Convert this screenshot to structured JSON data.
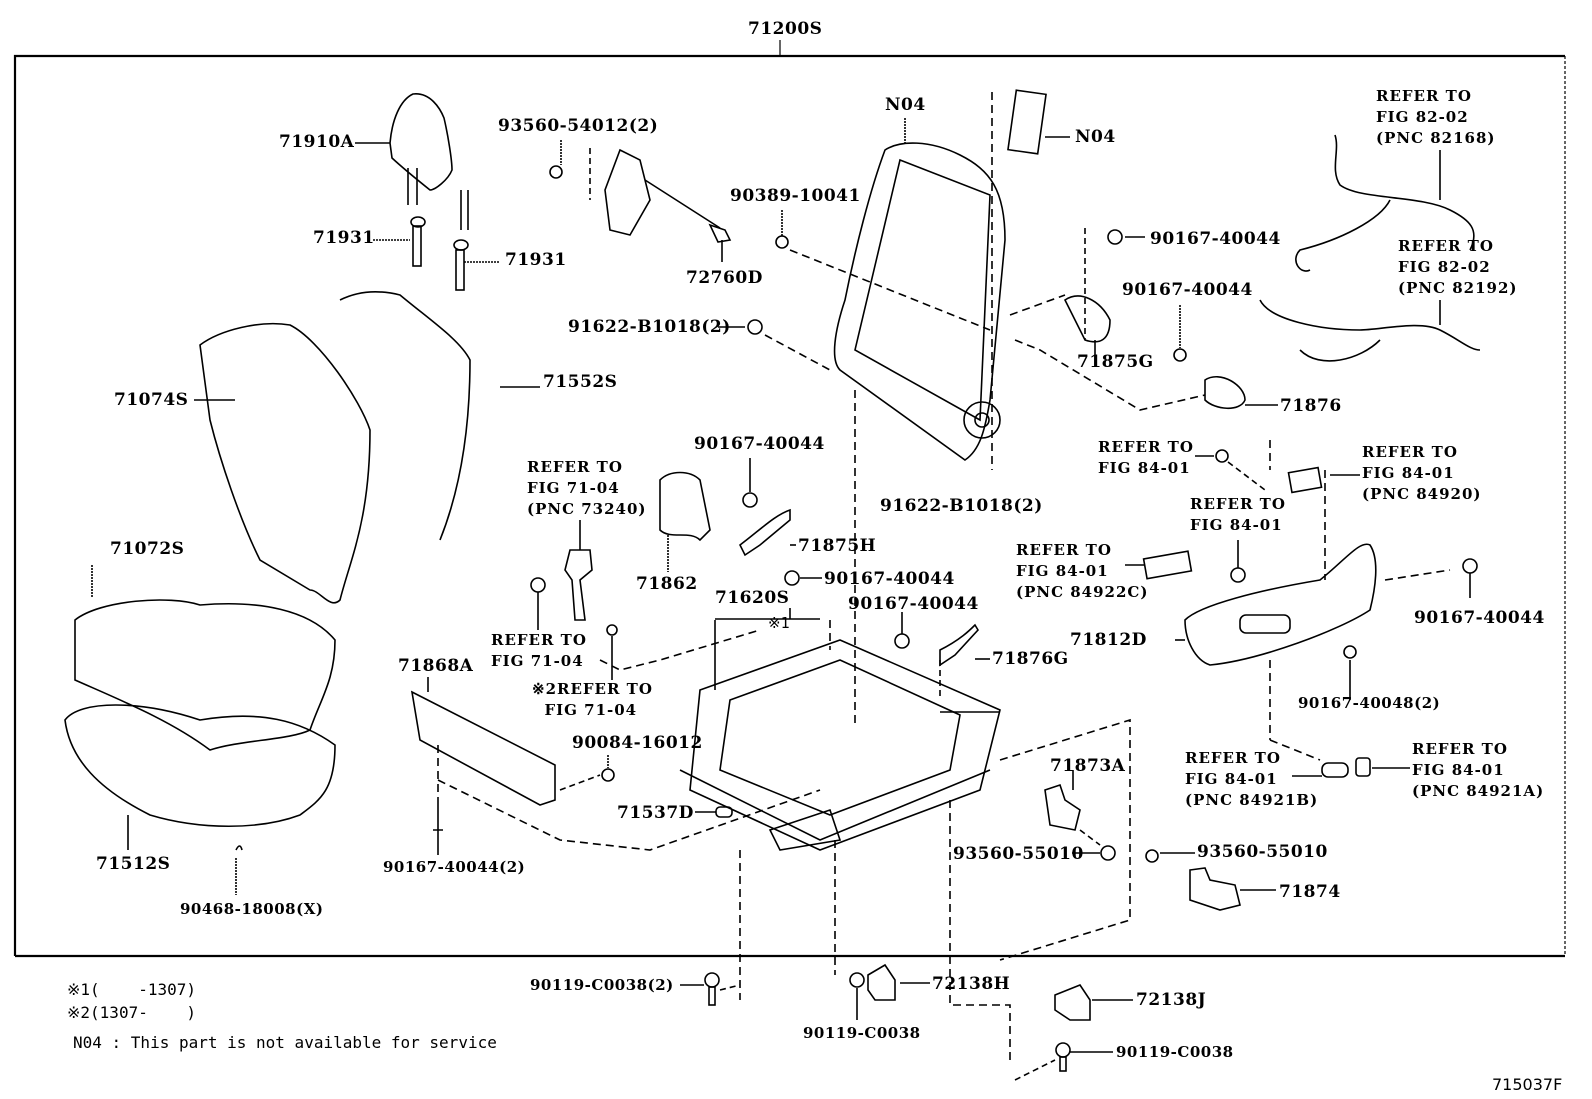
{
  "diagram": {
    "assembly_label": "71200S",
    "figure_id": "715037F",
    "frame_color": "#000000",
    "background_color": "#ffffff",
    "parts": {
      "headrest": "71910A",
      "headrest_guide_left": "71931",
      "headrest_guide_right": "71931",
      "recliner_screw": "93560-54012(2)",
      "cable_clip": "90389-10041",
      "recliner_cable": "72760D",
      "frame_bolt_upper": "91622-B1018(2)",
      "frame_bolt_lower": "91622-B1018(2)",
      "back_cover": "71074S",
      "back_pad": "71552S",
      "cushion_cover": "71072S",
      "cushion_pad": "71512S",
      "hog_ring": "90468-18008(X)",
      "back_frame_n04": "N04",
      "airbag_n04": "N04",
      "screw_right_1": "90167-40044",
      "screw_right_2": "90167-40044",
      "cover_71875g": "71875G",
      "cover_71876": "71876",
      "belt_guide": "71862",
      "screw_belt_guide": "90167-40044",
      "cover_71875h": "71875H",
      "screw_71875h": "90167-40044",
      "adjuster": "71620S",
      "screw_71876g": "90167-40044",
      "cover_71876g": "71876G",
      "shield_inner": "71868A",
      "screw_shield": "90084-16012",
      "screw_shield_lower": "90167-40044(2)",
      "cap_71537d": "71537D",
      "shield_outer": "71812D",
      "screw_shield_outer_right": "90167-40044",
      "screw_shield_outer_lower": "90167-40048(2)",
      "bracket_71873a": "71873A",
      "screw_71873a": "93560-55010",
      "screw_71874": "93560-55010",
      "bracket_71874": "71874",
      "bolt_bottom_left": "90119-C0038(2)",
      "bolt_bottom_mid": "90119-C0038",
      "cover_72138h": "72138H",
      "cover_72138j": "72138J",
      "bolt_bottom_right": "90119-C0038"
    },
    "references": {
      "wire_82168": "REFER TO\nFIG 82-02\n(PNC 82168)",
      "wire_82192": "REFER TO\nFIG 82-02\n(PNC 82192)",
      "belt_73240": "REFER TO\nFIG 71-04\n(PNC 73240)",
      "belt_anchor": "REFER TO\nFIG 71-04",
      "belt_anchor_2": "※2REFER TO\n  FIG 71-04",
      "switch_84920": "REFER TO\nFIG 84-01\n(PNC 84920)",
      "screw_84_01": "REFER TO\nFIG 84-01",
      "screw_84_01_b": "REFER TO\nFIG 84-01",
      "switch_84922c": "REFER TO\nFIG 84-01\n(PNC 84922C)",
      "knob_84921b": "REFER TO\nFIG 84-01\n(PNC 84921B)",
      "knob_84921a": "REFER TO\nFIG 84-01\n(PNC 84921A)"
    },
    "markers": {
      "mark1": "※1"
    },
    "notes": {
      "note1": "※1(    -1307)",
      "note2": "※2(1307-    )",
      "note3": "N04 : This part is not available for service"
    }
  }
}
